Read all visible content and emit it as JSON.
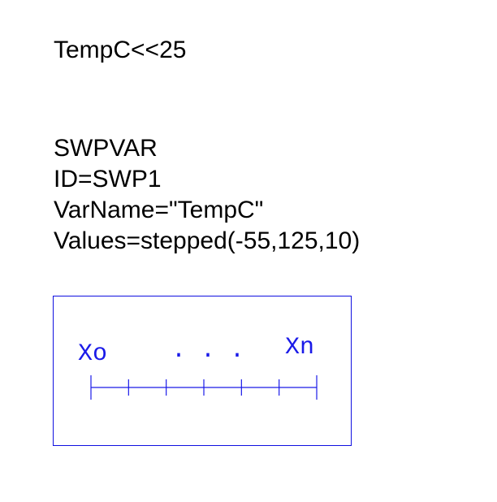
{
  "equation": {
    "text": "TempC<<25"
  },
  "swpvar": {
    "lines": [
      "SWPVAR",
      "ID=SWP1",
      "VarName=\"TempC\"",
      "Values=stepped(-55,125,10)"
    ]
  },
  "symbol": {
    "start_label": "Xo",
    "dots_label": ". . .",
    "end_label": "Xn",
    "tick_count": 7,
    "color": "#1a1ae8"
  }
}
